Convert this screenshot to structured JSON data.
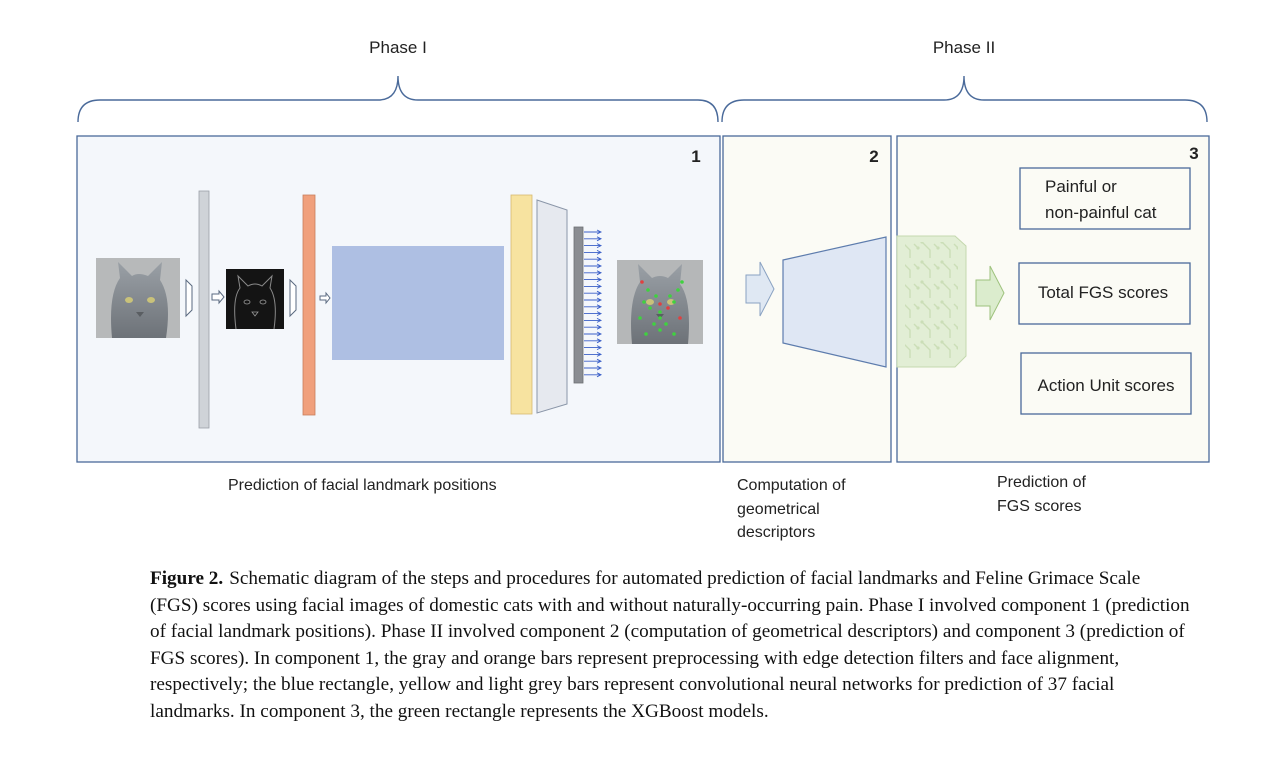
{
  "phases": [
    {
      "label": "Phase I"
    },
    {
      "label": "Phase II"
    }
  ],
  "components": [
    {
      "number": "1",
      "caption_lines": [
        "Prediction of facial landmark positions"
      ]
    },
    {
      "number": "2",
      "caption_lines": [
        "Computation of",
        "geometrical",
        "descriptors"
      ]
    },
    {
      "number": "3",
      "caption_lines": [
        "Prediction of",
        "FGS scores"
      ]
    }
  ],
  "outputs": [
    {
      "lines": [
        "Painful or",
        "non-painful cat"
      ]
    },
    {
      "lines": [
        "Total FGS scores"
      ]
    },
    {
      "lines": [
        "Action Unit scores"
      ]
    }
  ],
  "colors": {
    "panel_border": "#4a6a9a",
    "panel_fill": "#f4f7fb",
    "gray_bar": "#cfd3d8",
    "orange_bar": "#f0a07c",
    "blue_rect": "#aebfe3",
    "yellow_bar": "#f7e3a0",
    "light_grey_bar": "#e6e9ef",
    "dark_bar": "#8a8d92",
    "arrow_blue": "#3a5fc8",
    "green_rect": "#e2eed5",
    "landmark_green": "#3fd23f"
  },
  "caption": {
    "label": "Figure 2.",
    "text": "Schematic diagram of the steps and procedures for automated prediction of facial landmarks and Feline Grimace Scale (FGS) scores using facial images of domestic cats with and without naturally-occurring pain. Phase I involved component 1 (prediction of facial landmark positions). Phase II involved component 2 (computation of geometrical descriptors) and component 3 (prediction of FGS scores). In component 1, the gray and orange bars represent preprocessing with edge detection filters and face alignment, respectively; the blue rectangle, yellow and light grey bars represent convolutional neural networks for prediction of 37 facial landmarks. In component 3, the green rectangle represents the XGBoost models."
  }
}
